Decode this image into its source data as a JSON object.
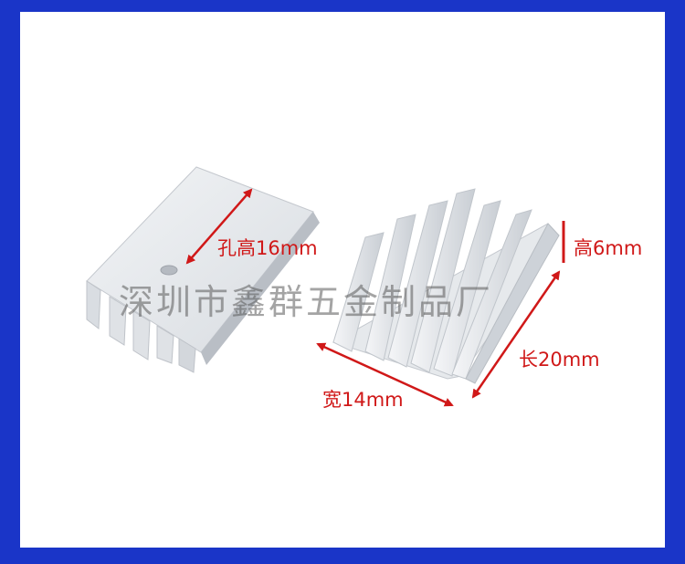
{
  "labels": {
    "hole_height": "孔高16mm",
    "height": "高6mm",
    "length": "长20mm",
    "width": "宽14mm"
  },
  "watermark": "深圳市鑫群五金制品厂",
  "colors": {
    "border": "#1a35c8",
    "arrow": "#d01818",
    "metal_light": "#eef0f3",
    "metal_mid": "#d4d8de",
    "metal_dark": "#aeb3ba"
  }
}
